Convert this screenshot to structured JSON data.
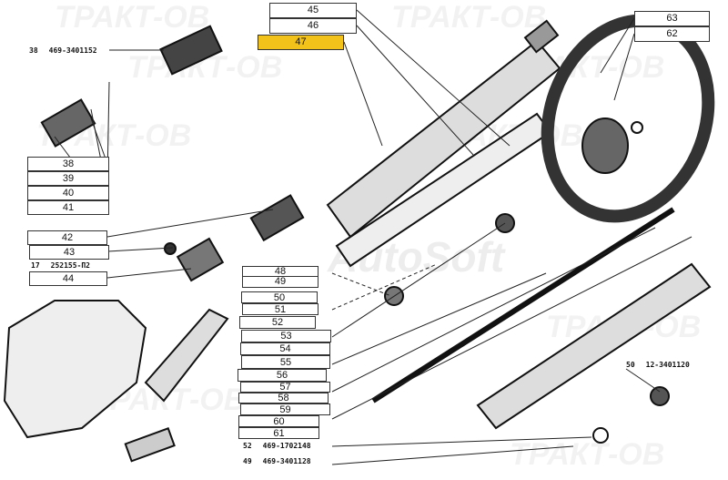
{
  "watermark": "ТРАКТ-ОВ",
  "watermark_center": "AutoSoft",
  "highlight_color": "#f2c21b",
  "callouts": {
    "b45": "45",
    "b46": "46",
    "b47": "47",
    "b63": "63",
    "b62": "62",
    "b38": "38",
    "b39": "39",
    "b40": "40",
    "b41": "41",
    "b42": "42",
    "b43": "43",
    "b44": "44",
    "b48": "48",
    "b49": "49",
    "b50": "50",
    "b51": "51",
    "b52": "52",
    "b53": "53",
    "b54": "54",
    "b55": "55",
    "b56": "56",
    "b57": "57",
    "b58": "58",
    "b59": "59",
    "b60": "60",
    "b61": "61"
  },
  "part_numbers": [
    {
      "pos": "38",
      "code": "469-3401152"
    },
    {
      "pos": "17",
      "code": "252155-П2"
    },
    {
      "pos": "52",
      "code": "469-1702148"
    },
    {
      "pos": "49",
      "code": "469-3401128"
    },
    {
      "pos": "50",
      "code": "12-3401120"
    }
  ]
}
